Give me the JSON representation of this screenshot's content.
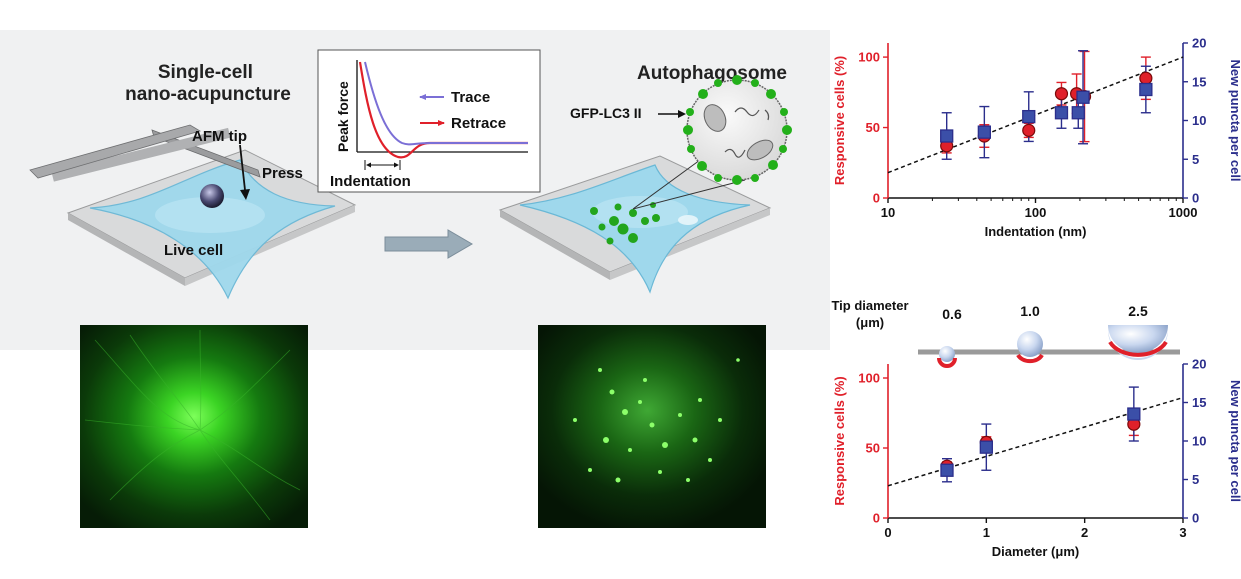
{
  "figure": {
    "left_title": "Single-cell\nnano-acupuncture",
    "right_title": "Autophagosome",
    "labels": {
      "afm_tip": "AFM tip",
      "press": "Press",
      "live_cell": "Live cell",
      "gfp": "GFP-LC3 II"
    },
    "inset": {
      "ylabel": "Peak force",
      "xlabel": "Indentation",
      "legend": [
        "Trace",
        "Retrace"
      ],
      "colors": {
        "trace": "#7b6fd6",
        "retrace": "#e0202a"
      }
    },
    "tip_scheme": {
      "label_line1": "Tip diameter",
      "label_line2": "(μm)",
      "values": [
        "0.6",
        "1.0",
        "2.5"
      ]
    },
    "colors": {
      "red": "#e0202a",
      "blue": "#2b2e8c",
      "cell": "#9fd8ec",
      "green": "#22c21a"
    }
  },
  "chart_data": [
    {
      "type": "scatter",
      "xlabel": "Indentation (nm)",
      "ylabel": "Responsive cells (%)",
      "y2label": "New puncta per cell",
      "xscale": "log",
      "xlim": [
        10,
        1000
      ],
      "ylim": [
        0,
        110
      ],
      "y2lim": [
        0,
        20
      ],
      "xticks": [
        "10",
        "100",
        "1000"
      ],
      "yticks": [
        "0",
        "50",
        "100"
      ],
      "y2ticks": [
        "0",
        "5",
        "10",
        "15",
        "20"
      ],
      "series": [
        {
          "axis": "left",
          "marker": "circle",
          "color": "#e0202a",
          "points": [
            {
              "x": 25,
              "y": 37,
              "err": 5
            },
            {
              "x": 45,
              "y": 44,
              "err": 8
            },
            {
              "x": 90,
              "y": 48,
              "err": 5
            },
            {
              "x": 150,
              "y": 74,
              "err": 8
            },
            {
              "x": 190,
              "y": 74,
              "err": 14
            },
            {
              "x": 215,
              "y": 72,
              "err": 32
            },
            {
              "x": 560,
              "y": 85,
              "err": 15
            }
          ]
        },
        {
          "axis": "right",
          "marker": "square",
          "color": "#2b2e8c",
          "points": [
            {
              "x": 25,
              "y": 8,
              "err": 3
            },
            {
              "x": 45,
              "y": 8.5,
              "err": 3.3
            },
            {
              "x": 90,
              "y": 10.5,
              "err": 3.2
            },
            {
              "x": 150,
              "y": 11,
              "err": 2
            },
            {
              "x": 195,
              "y": 11,
              "err": 2
            },
            {
              "x": 210,
              "y": 13,
              "err": 6
            },
            {
              "x": 560,
              "y": 14,
              "err": 3
            }
          ]
        }
      ],
      "fit": {
        "x": [
          10,
          1000
        ],
        "y": [
          18,
          100
        ]
      }
    },
    {
      "type": "scatter",
      "xlabel": "Diameter  (μm)",
      "ylabel": "Responsive cells (%)",
      "y2label": "New puncta per cell",
      "xlim": [
        0,
        3
      ],
      "ylim": [
        0,
        110
      ],
      "y2lim": [
        0,
        20
      ],
      "xticks": [
        "0",
        "1",
        "2",
        "3"
      ],
      "yticks": [
        "0",
        "50",
        "100"
      ],
      "y2ticks": [
        "0",
        "5",
        "10",
        "15",
        "20"
      ],
      "series": [
        {
          "axis": "left",
          "marker": "circle",
          "color": "#e0202a",
          "points": [
            {
              "x": 0.6,
              "y": 37,
              "err": 3
            },
            {
              "x": 1.0,
              "y": 54,
              "err": 4
            },
            {
              "x": 2.5,
              "y": 67,
              "err": 8
            }
          ]
        },
        {
          "axis": "right",
          "marker": "square",
          "color": "#2b2e8c",
          "points": [
            {
              "x": 0.6,
              "y": 6.2,
              "err": 1.5
            },
            {
              "x": 1.0,
              "y": 9.2,
              "err": 3
            },
            {
              "x": 2.5,
              "y": 13.5,
              "err": 3.5
            }
          ]
        }
      ],
      "fit": {
        "x": [
          0,
          3
        ],
        "y": [
          23,
          86
        ]
      }
    }
  ]
}
